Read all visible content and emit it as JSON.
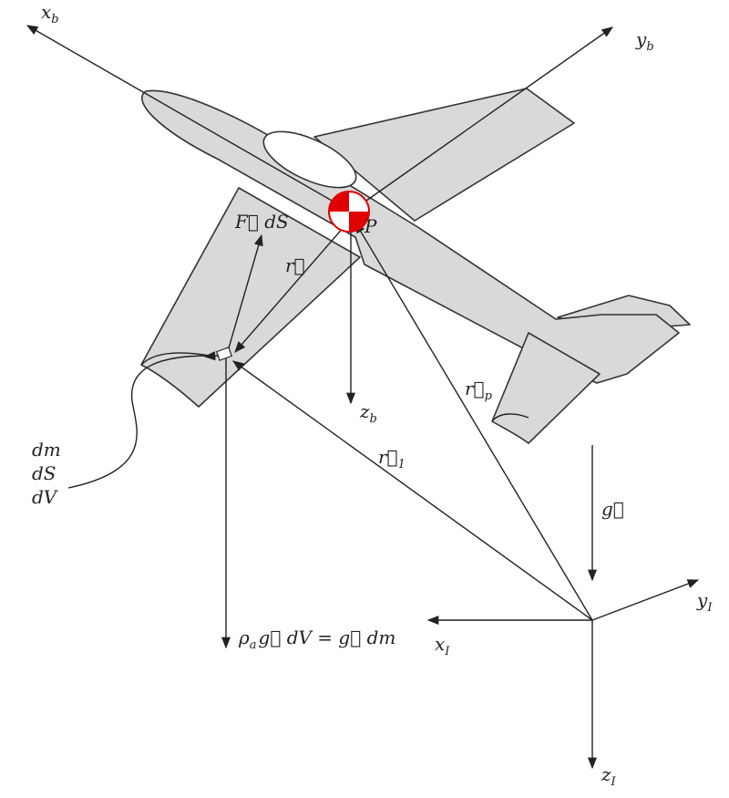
{
  "labels": {
    "x_body": {
      "main": "x",
      "sub": "b"
    },
    "y_body": {
      "main": "y",
      "sub": "b"
    },
    "z_body": {
      "main": "z",
      "sub": "b"
    },
    "x_inertial": {
      "main": "x",
      "sub": "I"
    },
    "y_inertial": {
      "main": "y",
      "sub": "I"
    },
    "z_inertial": {
      "main": "z",
      "sub": "I"
    },
    "point_p": "P",
    "force": "F⃗ dS",
    "r": "r⃗",
    "r_p": {
      "main": "r⃗",
      "sub": "p"
    },
    "r_1": {
      "main": "r⃗",
      "sub": "1"
    },
    "gravity": "g⃗",
    "element": [
      "dm",
      "dS",
      "dV"
    ],
    "weight_eq": {
      "rho": "ρ",
      "rho_sub": "a",
      "rest": "g⃗ dV = g⃗ dm"
    }
  },
  "colors": {
    "cg_red": "#e00000",
    "aircraft_fill": "#d9d9d9"
  }
}
